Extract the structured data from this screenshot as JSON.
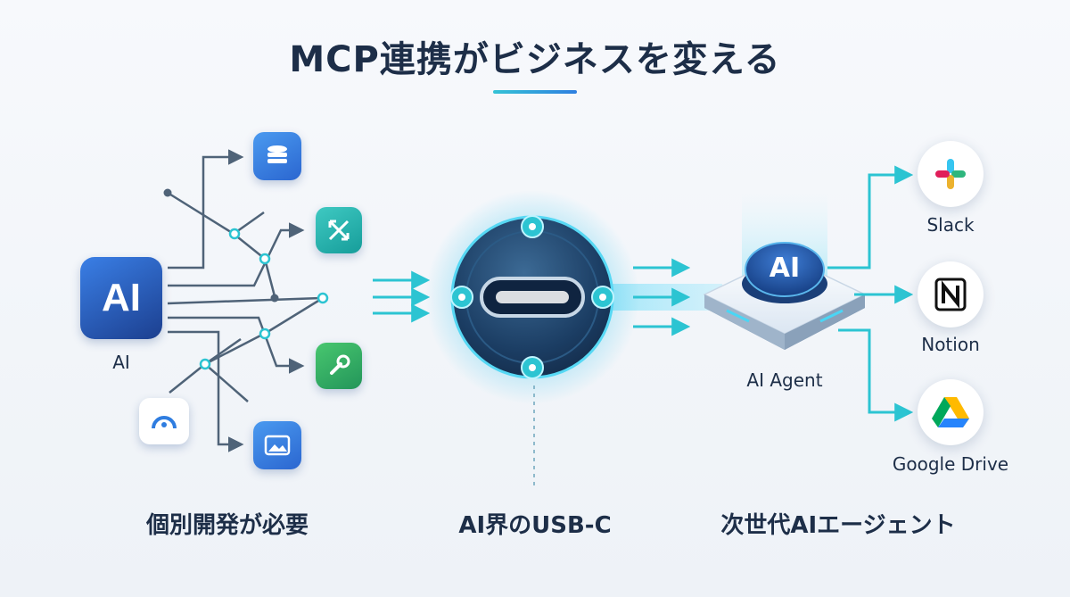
{
  "title": "MCP連携がビジネスを変える",
  "left": {
    "app_badge": "AI",
    "app_label": "AI",
    "caption": "個別開発が必要"
  },
  "center": {
    "caption": "AI界のUSB-C"
  },
  "right": {
    "agent_badge": "AI",
    "agent_label": "AI Agent",
    "caption": "次世代AIエージェント",
    "services": [
      {
        "label": "Slack",
        "icon": "slack-icon"
      },
      {
        "label": "Notion",
        "icon": "notion-icon"
      },
      {
        "label": "Google Drive",
        "icon": "google-drive-icon"
      }
    ]
  },
  "colors": {
    "accent_cyan": "#2cc4d2",
    "accent_blue": "#2f7de0",
    "dark_text": "#1d2e48",
    "line_slate": "#4f6378"
  }
}
